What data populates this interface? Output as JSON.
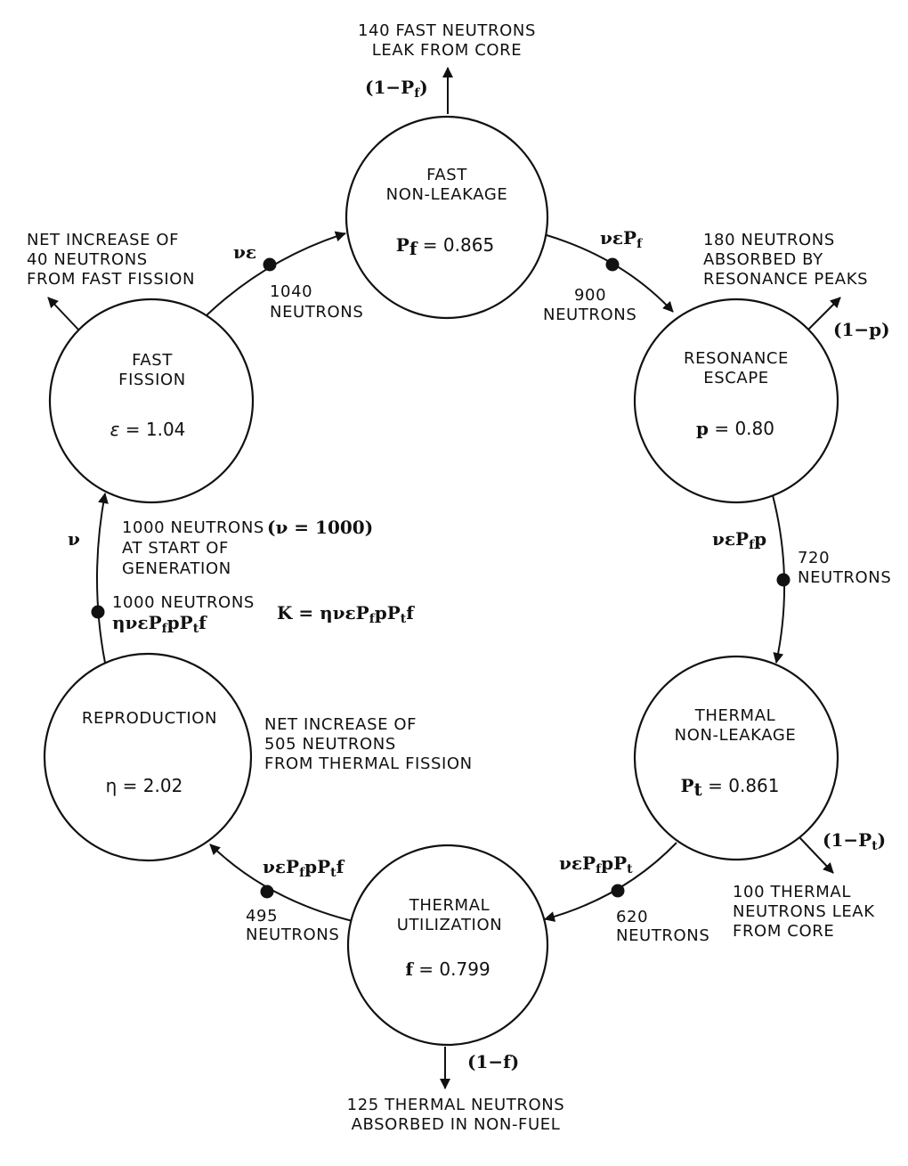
{
  "nodes": {
    "fast_nonleakage": {
      "title_line1": "FAST",
      "title_line2": "NON-LEAKAGE",
      "symbol": "P",
      "sub": "f",
      "value": " = 0.865"
    },
    "resonance_escape": {
      "title_line1": "RESONANCE",
      "title_line2": "ESCAPE",
      "symbol": "p",
      "value": " = 0.80"
    },
    "thermal_nonleakage": {
      "title_line1": "THERMAL",
      "title_line2": "NON-LEAKAGE",
      "symbol": "P",
      "sub": "t",
      "value": " = 0.861"
    },
    "thermal_utilization": {
      "title_line1": "THERMAL",
      "title_line2": "UTILIZATION",
      "symbol": "f",
      "value": " = 0.799"
    },
    "reproduction": {
      "title_line1": "REPRODUCTION",
      "symbol": "η",
      "value": " = 2.02"
    },
    "fast_fission": {
      "title_line1": "FAST",
      "title_line2": "FISSION",
      "symbol": "ε",
      "value": " = 1.04"
    }
  },
  "losses": {
    "fast_leak": {
      "line1": "140 FAST NEUTRONS",
      "line2": "LEAK FROM CORE",
      "factor": "(1−P",
      "factor_sub": "f",
      "factor_end": ")"
    },
    "resonance": {
      "line1": "180 NEUTRONS",
      "line2": "ABSORBED BY",
      "line3": "RESONANCE PEAKS",
      "factor": "(1−p)"
    },
    "thermal_leak": {
      "line1": "100 THERMAL",
      "line2": "NEUTRONS LEAK",
      "line3": "FROM CORE",
      "factor": "(1−P",
      "factor_sub": "t",
      "factor_end": ")"
    },
    "nonfuel": {
      "line1": "125 THERMAL NEUTRONS",
      "line2": "ABSORBED IN NON-FUEL",
      "factor": "(1−f)"
    },
    "fast_fission_gain": {
      "line1": "NET INCREASE OF",
      "line2": "40 NEUTRONS",
      "line3": "FROM FAST FISSION"
    },
    "thermal_fission_gain": {
      "line1": "NET INCREASE OF",
      "line2": "505 NEUTRONS",
      "line3": "FROM THERMAL FISSION"
    }
  },
  "points": {
    "p1040": {
      "count": "1040",
      "unit": "NEUTRONS",
      "formula": "νε"
    },
    "p900": {
      "count": "900",
      "unit": "NEUTRONS",
      "f_main": "νεP",
      "f_sub1": "f"
    },
    "p720": {
      "count": "720",
      "unit": "NEUTRONS",
      "f_main": "νεP",
      "f_sub1": "f",
      "f_end": "p"
    },
    "p620": {
      "count": "620",
      "unit": "NEUTRONS",
      "f_main": "νεP",
      "f_sub1": "f",
      "f_mid": "pP",
      "f_sub2": "t"
    },
    "p495": {
      "count": "495",
      "unit": "NEUTRONS",
      "f_main": "νεP",
      "f_sub1": "f",
      "f_mid": "pP",
      "f_sub2": "t",
      "f_end": "f"
    },
    "p1000": {
      "line1": "1000 NEUTRONS",
      "f_main": "ηνεP",
      "f_sub1": "f",
      "f_mid": "pP",
      "f_sub2": "t",
      "f_end": "f"
    }
  },
  "start": {
    "line1": "1000 NEUTRONS",
    "line2": "AT START OF",
    "line3": "GENERATION",
    "nu_note": "(ν = 1000)",
    "nu": "ν"
  },
  "k_formula": {
    "main": "K = ηνεP",
    "sub1": "f",
    "mid": "pP",
    "sub2": "t",
    "end": "f"
  }
}
